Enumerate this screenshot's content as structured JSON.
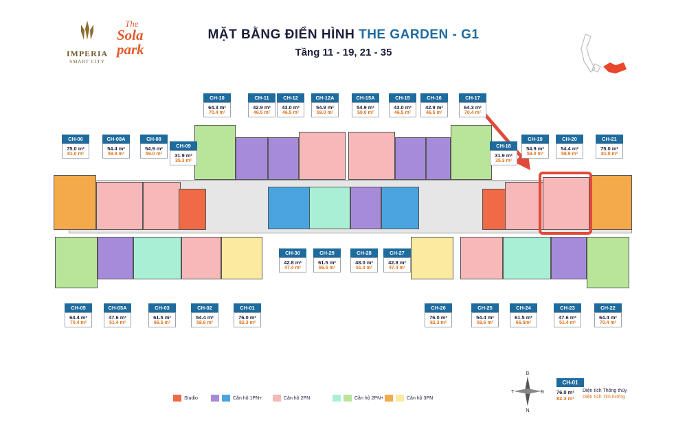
{
  "branding": {
    "imperia_name": "IMPERIA",
    "imperia_sub": "SMART CITY",
    "sola_the": "The",
    "sola_name": "Sola park"
  },
  "title": {
    "line1_a": "MẶT BẰNG ĐIỂN HÌNH",
    "line1_b": "THE GARDEN - G1",
    "line2": "Tầng 11 - 19, 21 - 35"
  },
  "colors": {
    "studio": "#f06a45",
    "1pn_plus": "#a78bdb",
    "2pn": "#f6b8b8",
    "2pn_plus": "#a9efd6",
    "3pn": "#f4a94b",
    "1pn": "#4aa4e0",
    "2pn_green": "#b9e59a",
    "2pn_yellow": "#fbeaa0",
    "tag": "#1e6b9e",
    "accent": "#e0731b",
    "highlight": "#e14a3b"
  },
  "units": [
    {
      "id": "CH-10",
      "a1": "64.3 m²",
      "a2": "70.4 m²"
    },
    {
      "id": "CH-11",
      "a1": "42.9 m²",
      "a2": "46.5 m²"
    },
    {
      "id": "CH-12",
      "a1": "43.0 m²",
      "a2": "46.5 m²"
    },
    {
      "id": "CH-12A",
      "a1": "54.9 m²",
      "a2": "59.0 m²"
    },
    {
      "id": "CH-15A",
      "a1": "54.9 m²",
      "a2": "59.0 m²"
    },
    {
      "id": "CH-15",
      "a1": "43.0 m²",
      "a2": "46.5 m²"
    },
    {
      "id": "CH-16",
      "a1": "42.9 m²",
      "a2": "46.5 m²"
    },
    {
      "id": "CH-17",
      "a1": "64.3 m²",
      "a2": "70.4 m²"
    },
    {
      "id": "CH-06",
      "a1": "75.0 m²",
      "a2": "81.0 m²"
    },
    {
      "id": "CH-08A",
      "a1": "54.4 m²",
      "a2": "58.9 m²"
    },
    {
      "id": "CH-08",
      "a1": "54.9 m²",
      "a2": "59.0 m²"
    },
    {
      "id": "CH-09",
      "a1": "31.9 m²",
      "a2": "35.3 m²"
    },
    {
      "id": "CH-18",
      "a1": "31.9 m²",
      "a2": "35.3 m²"
    },
    {
      "id": "CH-19",
      "a1": "54.9 m²",
      "a2": "59.0 m²"
    },
    {
      "id": "CH-20",
      "a1": "54.4 m²",
      "a2": "58.9 m²"
    },
    {
      "id": "CH-21",
      "a1": "75.0 m²",
      "a2": "81.0 m²"
    },
    {
      "id": "CH-30",
      "a1": "42.8 m²",
      "a2": "47.4 m²"
    },
    {
      "id": "CH-29",
      "a1": "61.5 m²",
      "a2": "66.5 m²"
    },
    {
      "id": "CH-28",
      "a1": "48.0 m²",
      "a2": "51.4 m²"
    },
    {
      "id": "CH-27",
      "a1": "42.8 m²",
      "a2": "47.4 m²"
    },
    {
      "id": "CH-05",
      "a1": "64.4 m²",
      "a2": "70.4 m²"
    },
    {
      "id": "CH-05A",
      "a1": "47.6 m²",
      "a2": "51.4 m²"
    },
    {
      "id": "CH-03",
      "a1": "61.5 m²",
      "a2": "66.5 m²"
    },
    {
      "id": "CH-02",
      "a1": "54.4 m²",
      "a2": "58.6 m²"
    },
    {
      "id": "CH-01",
      "a1": "76.0 m²",
      "a2": "82.3 m²"
    },
    {
      "id": "CH-26",
      "a1": "76.0 m²",
      "a2": "82.3 m²"
    },
    {
      "id": "CH-25",
      "a1": "54.4 m²",
      "a2": "58.6 m²"
    },
    {
      "id": "CH-24",
      "a1": "61.5 m²",
      "a2": "66.5m²"
    },
    {
      "id": "CH-23",
      "a1": "47.6 m²",
      "a2": "51.4 m²"
    },
    {
      "id": "CH-22",
      "a1": "64.4 m²",
      "a2": "70.4 m²"
    }
  ],
  "legend": [
    {
      "label": "Studio",
      "color": "#f06a45"
    },
    {
      "label": "Căn hộ 1PN+",
      "color": "#a78bdb",
      "color2": "#4aa4e0"
    },
    {
      "label": "Căn hộ 2PN",
      "color": "#f6b8b8"
    },
    {
      "label": "Căn hộ 2PN+",
      "color": "#a9efd6",
      "color2": "#b9e59a"
    },
    {
      "label": "Căn hộ 3PN",
      "color": "#f4a94b",
      "color2": "#fbeaa0"
    }
  ],
  "compass": {
    "b": "B",
    "n": "N",
    "d": "Đ",
    "t": "T"
  },
  "key": {
    "id": "CH-01",
    "a1": "76.0 m²",
    "a2": "82.3 m²",
    "desc1": "Diện tích Thông thủy",
    "desc2": "Diện tích Tim tường"
  }
}
